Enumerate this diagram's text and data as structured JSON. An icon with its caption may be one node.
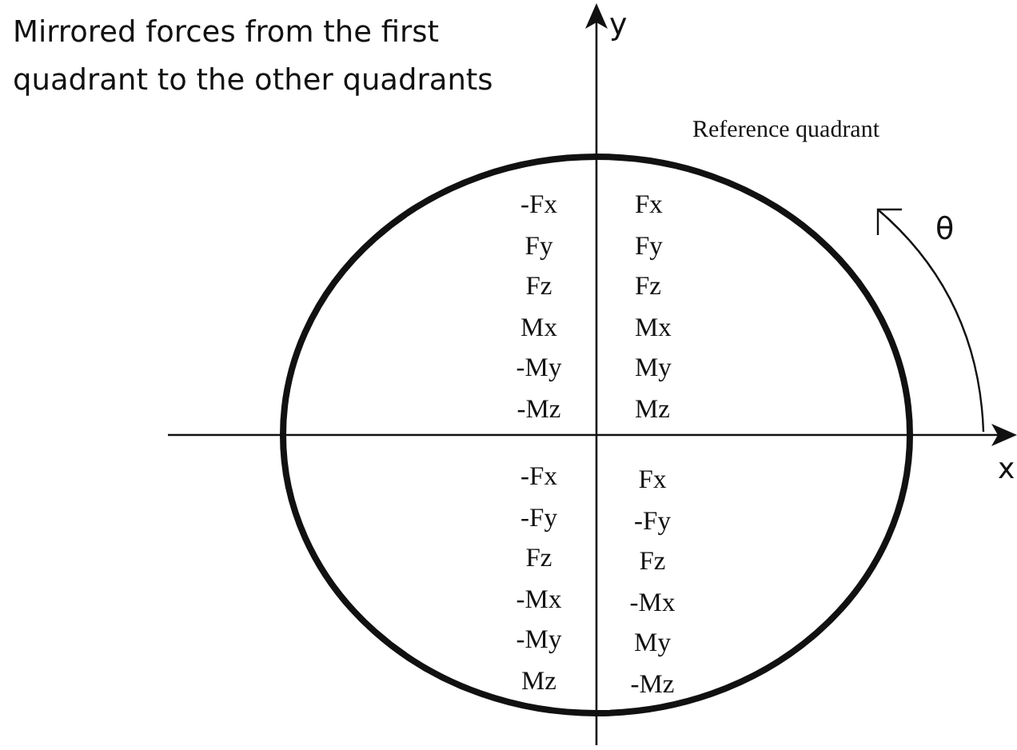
{
  "diagram": {
    "title": "Mirrored forces from the first quadrant to the other quadrants",
    "labels": [
      "y",
      "Reference quadrant",
      "θ",
      "-Fx",
      "Fx",
      "Fy",
      "Fy",
      "Fz",
      "Fz",
      "Mx",
      "Mx",
      "-My",
      "My",
      "-Mz",
      "Mz",
      "-Fx",
      "Fx",
      "-Fy",
      "-Fy",
      "Fz",
      "Fz",
      "-Mx",
      "-Mx",
      "-My",
      "My",
      "Mz",
      "-Mz",
      "x"
    ]
  }
}
